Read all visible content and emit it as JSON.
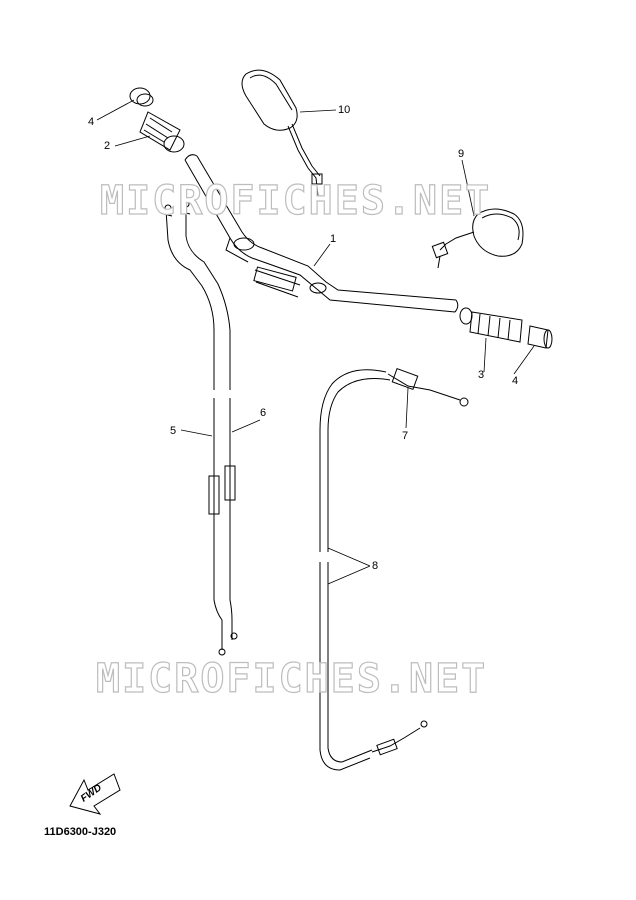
{
  "callouts": {
    "c1": "1",
    "c2": "2",
    "c3": "3",
    "c4a": "4",
    "c4b": "4",
    "c5": "5",
    "c6": "6",
    "c7": "7",
    "c8": "8",
    "c9": "9",
    "c10": "10"
  },
  "watermark": "MICROFICHES.NET",
  "direction_label": "FWD",
  "diagram_code": "11D6300-J320"
}
